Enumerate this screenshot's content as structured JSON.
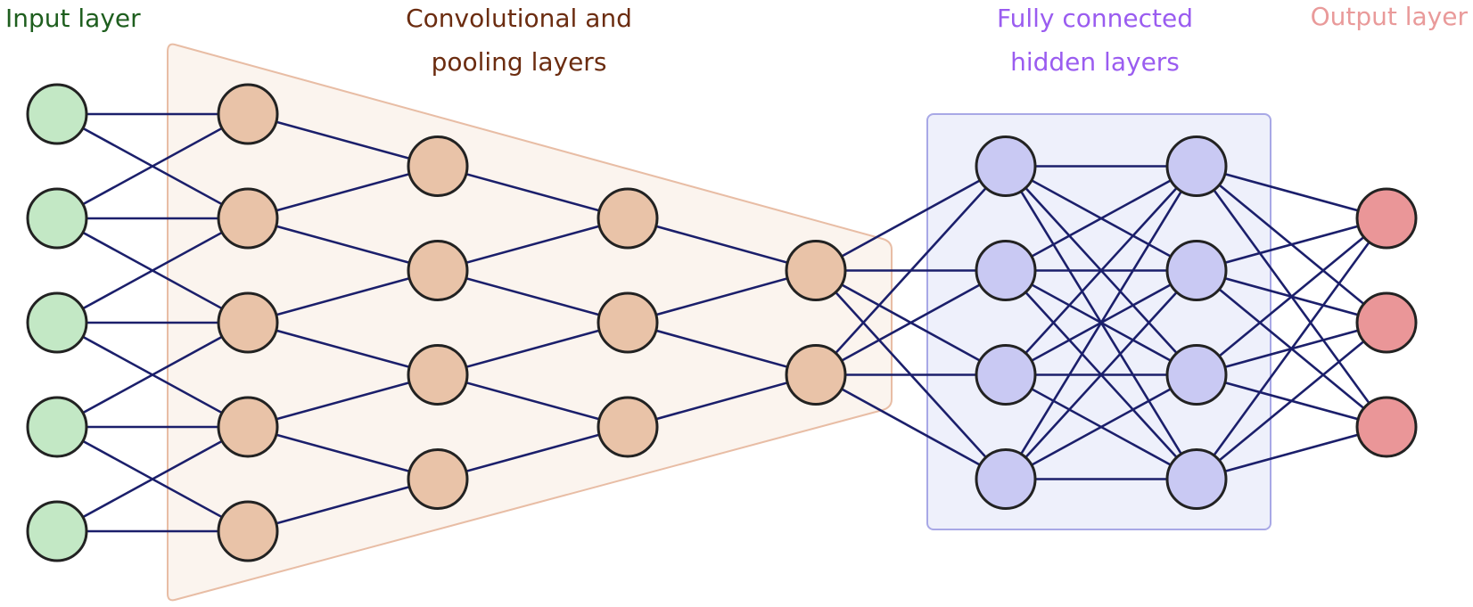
{
  "labels": {
    "input": "Input layer",
    "conv_line1": "Convolutional and",
    "conv_line2": "pooling layers",
    "fc_line1": "Fully connected",
    "fc_line2": "hidden layers",
    "output": "Output layer"
  },
  "colors": {
    "input": "#c3e8c5",
    "conv": "#e9c3a8",
    "fc": "#c9c9f3",
    "output": "#ea9698",
    "node_stroke": "#222222",
    "edge": "#1b1f6b",
    "input_label": "#1e5e1e",
    "conv_label": "#6b2c10",
    "fc_label": "#9a5cf0",
    "output_label": "#e99a9a",
    "conv_region_fill": "#fbf4ee",
    "conv_region_stroke": "#e8bda5",
    "fc_region_fill": "#eef0fb",
    "fc_region_stroke": "#a8a8e6"
  },
  "layers": [
    {
      "group": "input",
      "neurons": 5
    },
    {
      "group": "conv",
      "neurons": 5
    },
    {
      "group": "conv",
      "neurons": 4
    },
    {
      "group": "conv",
      "neurons": 3
    },
    {
      "group": "conv",
      "neurons": 2
    },
    {
      "group": "fc",
      "neurons": 4
    },
    {
      "group": "fc",
      "neurons": 4
    },
    {
      "group": "output",
      "neurons": 3
    }
  ],
  "connectivity": [
    "local",
    "local",
    "local",
    "local",
    "full",
    "full",
    "full"
  ]
}
